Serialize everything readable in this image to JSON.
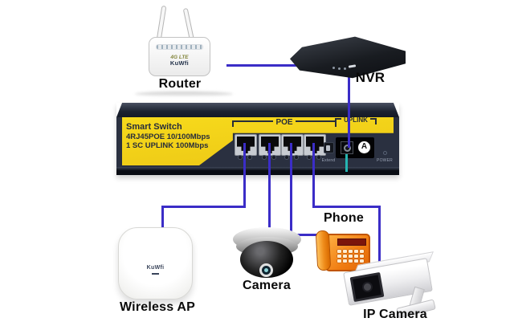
{
  "colors": {
    "cable": "#3b2dc7",
    "cable_teal": "#25b5b2",
    "switch_yellow": "#f2cf16",
    "switch_body": "#2a3040",
    "label_text": "#0a0a0a"
  },
  "labels": {
    "router": "Router",
    "nvr": "NVR",
    "wireless_ap": "Wireless AP",
    "camera": "Camera",
    "phone": "Phone",
    "ip_camera": "IP Camera"
  },
  "switch": {
    "name_line1": "Smart Switch",
    "name_line2": "4RJ45POE 10/100Mbps",
    "name_line3": "1 SC UPLINK 100Mbps",
    "poe_section": "POE",
    "uplink_section": "UPLINK",
    "uplink_port_badge": "A",
    "dip_label": "Extend",
    "power_label": "POWER",
    "poe_port_count": 4
  },
  "router_device": {
    "logo_line1": "4G LTE",
    "logo_line2": "KuWfi"
  },
  "ap_device": {
    "logo": "KuWfi"
  },
  "connections": [
    {
      "from": "Router",
      "to": "NVR"
    },
    {
      "from": "NVR",
      "to": "Switch UPLINK (SC fiber)"
    },
    {
      "from": "Switch POE port 1",
      "to": "Wireless AP"
    },
    {
      "from": "Switch POE port 2",
      "to": "Camera"
    },
    {
      "from": "Switch POE port 3",
      "to": "Phone"
    },
    {
      "from": "Switch POE port 4",
      "to": "IP Camera"
    }
  ]
}
